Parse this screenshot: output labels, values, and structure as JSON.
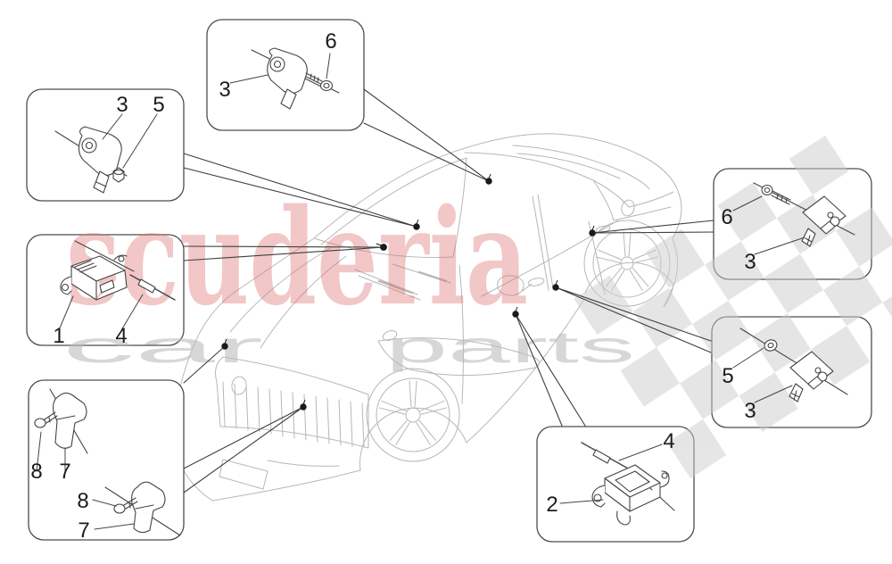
{
  "brand": {
    "name": "scuderia",
    "tagline_left": "car",
    "tagline_right": "parts",
    "watermark_pink": "#dd6b6b",
    "watermark_gray": "#bdbdbd",
    "flag_gray": "#cdcdcd"
  },
  "diagram": {
    "subject": "vehicle crash sensors location line-art",
    "line_color_car": "#b7b7b7",
    "line_color_parts": "#3f3f3f",
    "callout_boxes": [
      {
        "id": "box-top-left",
        "parts": [
          "3",
          "5"
        ]
      },
      {
        "id": "box-top-middle",
        "parts": [
          "3",
          "6"
        ]
      },
      {
        "id": "box-mid-left",
        "parts": [
          "1",
          "4"
        ]
      },
      {
        "id": "box-bottom-left",
        "parts": [
          "8",
          "7",
          "8",
          "7"
        ]
      },
      {
        "id": "box-bottom-middle",
        "parts": [
          "4",
          "2"
        ]
      },
      {
        "id": "box-right-middle",
        "parts": [
          "6",
          "3"
        ]
      },
      {
        "id": "box-bottom-right",
        "parts": [
          "5",
          "3"
        ]
      }
    ]
  },
  "labels": [
    {
      "part": "3"
    },
    {
      "part": "5"
    },
    {
      "part": "3"
    },
    {
      "part": "6"
    },
    {
      "part": "1"
    },
    {
      "part": "4"
    },
    {
      "part": "8"
    },
    {
      "part": "7"
    },
    {
      "part": "8"
    },
    {
      "part": "7"
    },
    {
      "part": "4"
    },
    {
      "part": "2"
    },
    {
      "part": "6"
    },
    {
      "part": "3"
    },
    {
      "part": "5"
    },
    {
      "part": "3"
    }
  ]
}
